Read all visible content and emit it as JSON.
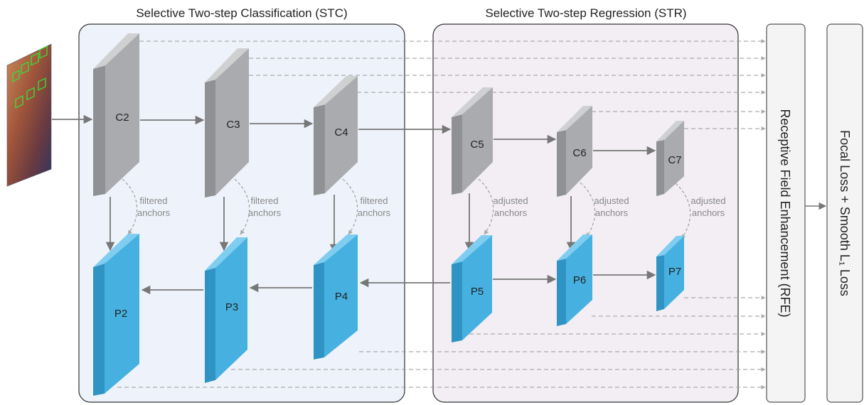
{
  "titles": {
    "stc": "Selective Two-step Classification (STC)",
    "str": "Selective Two-step Regression (STR)"
  },
  "blocks": {
    "rfe": "Receptive Field Enhancement (RFE)",
    "loss": "Focal Loss + Smooth L₁ Loss"
  },
  "annotations": {
    "filtered_line1": "filtered",
    "filtered_line2": "anchors",
    "adjusted_line1": "adjusted",
    "adjusted_line2": "anchors"
  },
  "backbone_layers": [
    "C2",
    "C3",
    "C4",
    "C5",
    "C6",
    "C7"
  ],
  "pyramid_layers": [
    "P2",
    "P3",
    "P4",
    "P5",
    "P6",
    "P7"
  ],
  "input_image": "crowd-faces-image",
  "colors": {
    "backbone": "#a7a9ac",
    "pyramid": "#3ba7d6",
    "stc_bg": "#eef3fb",
    "str_bg": "#f2eef4"
  }
}
